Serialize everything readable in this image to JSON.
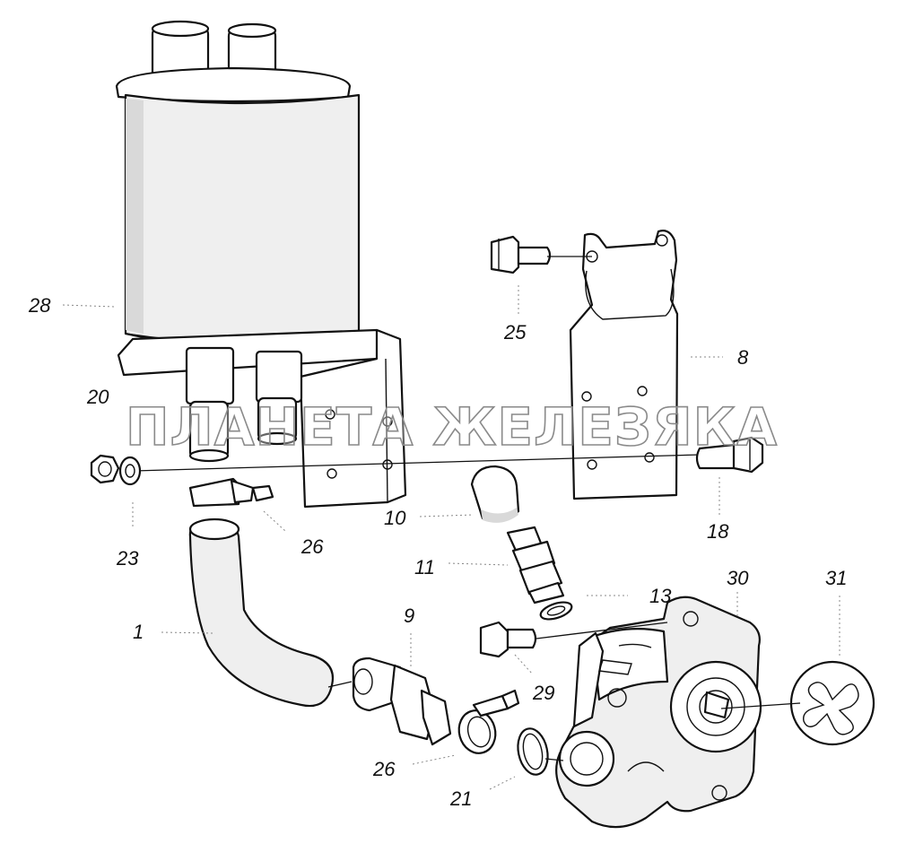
{
  "watermark": "ПЛАНЕТА ЖЕЛЕЗЯКА",
  "callouts": {
    "c28": "28",
    "c20": "20",
    "c23": "23",
    "c26a": "26",
    "c1": "1",
    "c10": "10",
    "c11": "11",
    "c13": "13",
    "c9": "9",
    "c26b": "26",
    "c21": "21",
    "c29": "29",
    "c30": "30",
    "c31": "31",
    "c25": "25",
    "c8": "8",
    "c18": "18"
  }
}
